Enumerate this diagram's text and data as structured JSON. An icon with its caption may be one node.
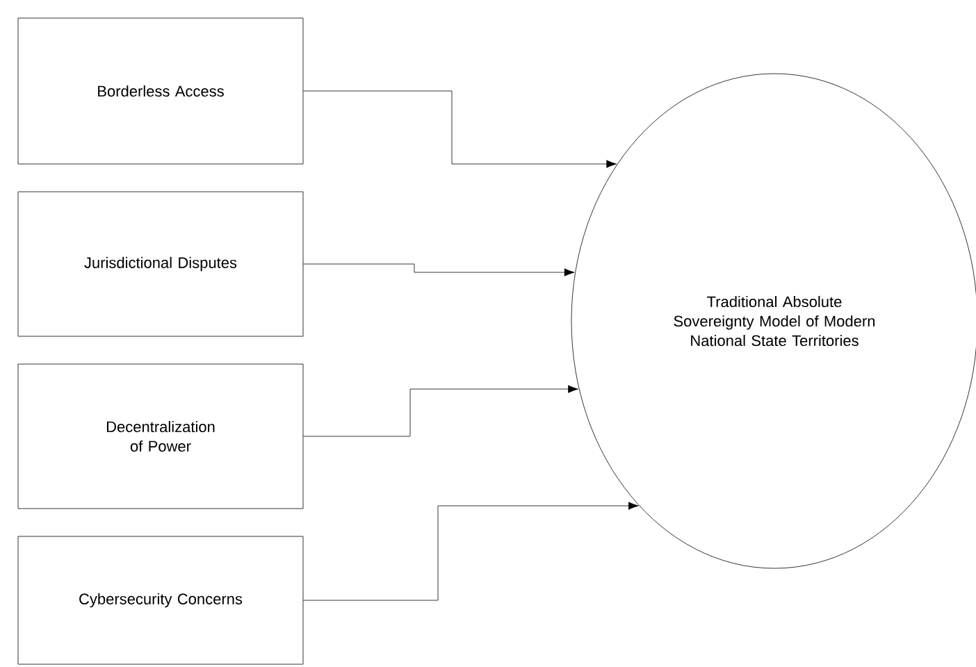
{
  "diagram": {
    "nodes": [
      {
        "text": [
          "Borderless Access"
        ]
      },
      {
        "text": [
          "Jurisdictional Disputes"
        ]
      },
      {
        "text": [
          "Decentralization of Power"
        ]
      },
      {
        "text": [
          "Cybersecurity Concerns"
        ]
      },
      {
        "text": [
          "Traditional Absolute Sovereignty Model of Modern National State Territories"
        ]
      }
    ],
    "edges": [
      {
        "from": 0,
        "to": 4,
        "arrow": "to"
      },
      {
        "from": 1,
        "to": 4,
        "arrow": "to"
      },
      {
        "from": 2,
        "to": 4,
        "arrow": "to"
      },
      {
        "from": 3,
        "to": 4,
        "arrow": "to"
      }
    ]
  }
}
